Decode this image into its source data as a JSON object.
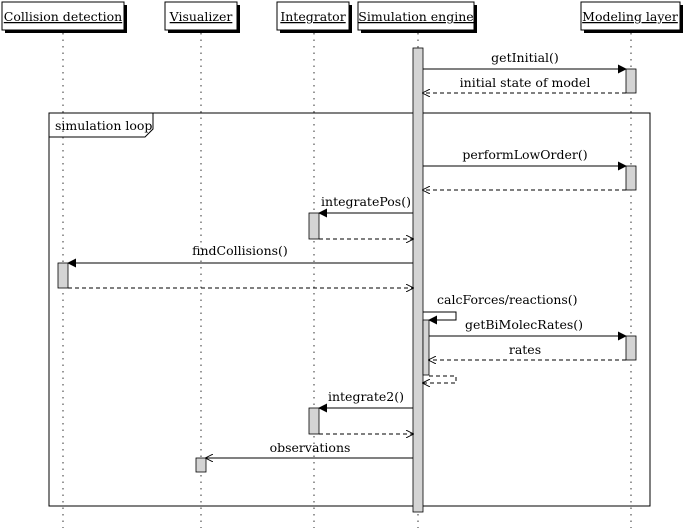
{
  "participants": [
    {
      "id": "collision",
      "label": "Collision detection"
    },
    {
      "id": "visualizer",
      "label": "Visualizer"
    },
    {
      "id": "integrator",
      "label": "Integrator"
    },
    {
      "id": "engine",
      "label": "Simulation engine"
    },
    {
      "id": "modeling",
      "label": "Modeling layer"
    }
  ],
  "loop": {
    "label": "simulation loop"
  },
  "messages": {
    "get_initial": "getInitial()",
    "initial_state": "initial state of model",
    "perform_low_order": "performLowOrder()",
    "integrate_pos": "integratePos()",
    "find_collisions": "findCollisions()",
    "calc_forces": "calcForces/reactions()",
    "get_bimolec_rates": "getBiMolecRates()",
    "rates": "rates",
    "integrate2": "integrate2()",
    "observations": "observations"
  }
}
